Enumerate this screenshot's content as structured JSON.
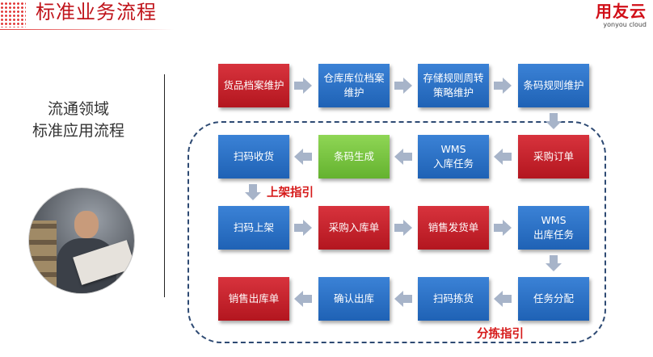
{
  "header": {
    "title": "标准业务流程",
    "logo_text": "用友云",
    "logo_sub": "yonyou cloud"
  },
  "side": {
    "line1": "流通领域",
    "line2": "标准应用流程"
  },
  "row1": [
    "货品档案维护",
    "仓库库位档案维护",
    "存储规则周转策略维护",
    "条码规则维护"
  ],
  "row2": [
    "扫码收货",
    "条码生成",
    "WMS\n入库任务",
    "采购订单"
  ],
  "row3": [
    "扫码上架",
    "采购入库单",
    "销售发货单",
    "WMS\n出库任务"
  ],
  "row4": [
    "销售出库单",
    "确认出库",
    "扫码拣货",
    "任务分配"
  ],
  "notes": {
    "putaway": "上架指引",
    "picking": "分拣指引"
  },
  "colors": {
    "red": "#c4202a",
    "blue": "#2a6fc6",
    "green": "#78c441",
    "title": "#c0141b",
    "dash": "#2e4a73"
  }
}
